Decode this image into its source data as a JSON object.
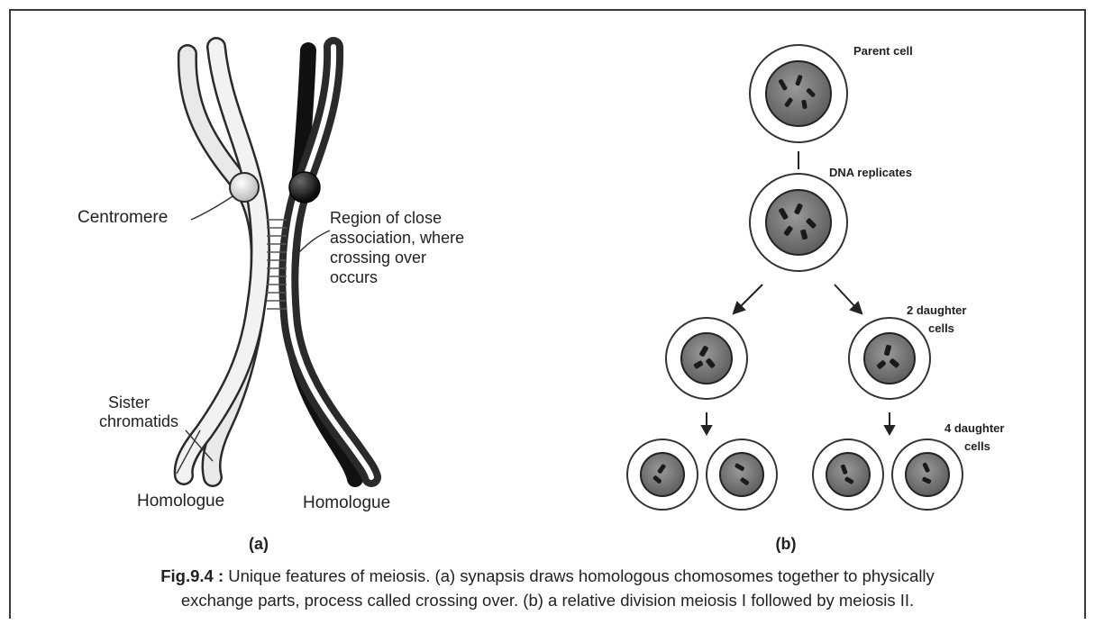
{
  "panel_a": {
    "label": "(a)",
    "centromere": "Centromere",
    "region": [
      "Region of close",
      "association, where",
      "crossing over",
      "occurs"
    ],
    "sister": [
      "Sister",
      "chromatids"
    ],
    "homologue_left": "Homologue",
    "homologue_right": "Homologue"
  },
  "panel_b": {
    "label": "(b)",
    "parent_cell": "Parent cell",
    "dna_replicates": "DNA replicates",
    "two_daughter": [
      "2 daughter",
      "cells"
    ],
    "four_daughter": [
      "4 daughter",
      "cells"
    ]
  },
  "caption": {
    "fig_label": "Fig.9.4 :",
    "line1": " Unique features of meiosis. (a) synapsis draws  homologous chomosomes together to physically",
    "line2": "exchange parts, process called crossing over. (b) a relative division meiosis I followed by meiosis II."
  }
}
